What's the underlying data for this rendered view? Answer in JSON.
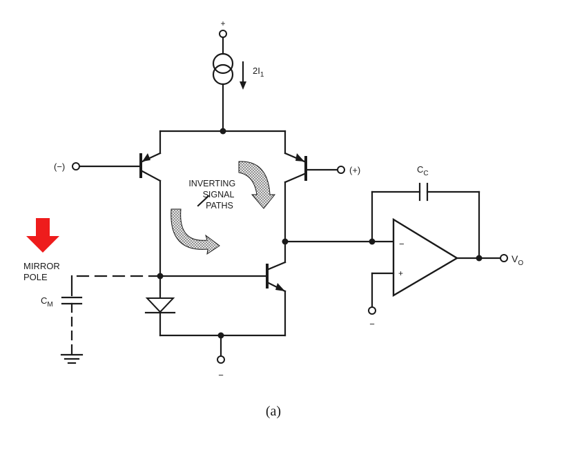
{
  "labels": {
    "supply_plus": "+",
    "current_source": "2I",
    "current_source_sub": "1",
    "input_inverting": "(−)",
    "input_noninverting": "(+)",
    "paths_line1": "INVERTING",
    "paths_line2": "SIGNAL",
    "paths_line3": "PATHS",
    "mirror_line1": "MIRROR",
    "mirror_line2": "POLE",
    "cm": "C",
    "cm_sub": "M",
    "cc": "C",
    "cc_sub": "C",
    "opamp_minus": "−",
    "opamp_plus": "+",
    "vo": "V",
    "vo_sub": "O",
    "ground_minus": "−",
    "supply_minus": "−",
    "caption": "(a)"
  },
  "colors": {
    "ink": "#1a1a1a",
    "arrow_red": "#ee1c1c",
    "arrow_fill": "#c8c8c8"
  },
  "icons": {
    "mirror_pole_marker": "red-down-arrow-icon",
    "signal_path_arrows": "curved-arrow-icon"
  }
}
